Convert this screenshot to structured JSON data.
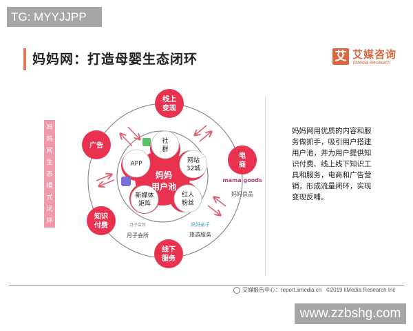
{
  "watermarks": {
    "top": "TG: MYYJJPP",
    "bottom": "www.zzbshg.com"
  },
  "header": {
    "title": "妈妈网：打造母婴生态闭环"
  },
  "logo": {
    "mark": "艾",
    "name_cn": "艾媒咨询",
    "name_en": "iiMedia Research"
  },
  "side_tag": {
    "chars": [
      "妈",
      "妈",
      "网",
      "生",
      "态",
      "模",
      "式",
      "闭",
      "环"
    ]
  },
  "diagram": {
    "center": {
      "line1": "妈妈",
      "line2": "用户池"
    },
    "inner_nodes": [
      {
        "line1": "社",
        "line2": "群"
      },
      {
        "line1": "网站",
        "line2": "32城"
      },
      {
        "line1": "红人",
        "line2": "粉丝"
      },
      {
        "line1": "新媒体",
        "line2": "矩阵"
      },
      {
        "line1": "APP",
        "line2": ""
      }
    ],
    "outer_nodes": [
      {
        "line1": "线上",
        "line2": "变现"
      },
      {
        "line1": "电",
        "line2": "商"
      },
      {
        "line1": "线下",
        "line2": "服务"
      },
      {
        "line1": "知识",
        "line2": "付费"
      },
      {
        "line1": "广告",
        "line2": ""
      }
    ],
    "brands": [
      {
        "logo": "mama goods",
        "label": "妈妈良品"
      },
      {
        "logo": "月子会所",
        "label": "月子会所"
      },
      {
        "logo": "妈妈亲子",
        "label": "旅游服务"
      }
    ],
    "colors": {
      "node": "#e8324f",
      "ring": "#8c8c8c",
      "arrow": "#e06070"
    }
  },
  "description": "妈妈网用优质的内容和服务做抓手，吸引用户搭建用户池，并为用户提供知识付费、线上线下知识工具和服务，电商和广告营销，形成流量闭环，实现变现反哺。",
  "footer": {
    "source": "艾媒报告中心：report.iimedia.cn",
    "copyright": "©2019  iiMedia Research  Inc"
  }
}
